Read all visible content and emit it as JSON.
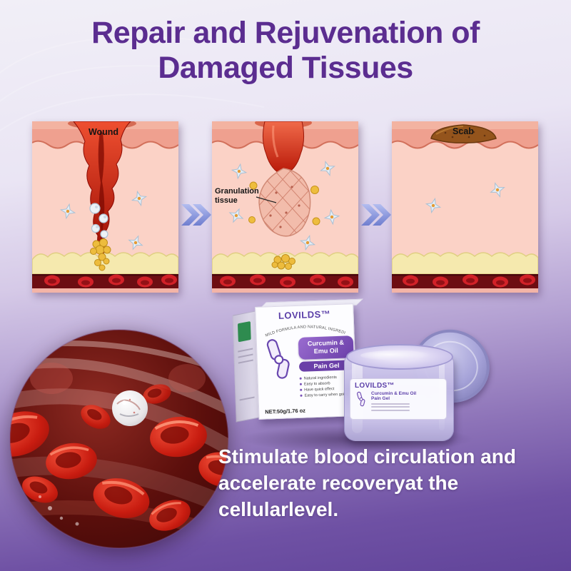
{
  "colors": {
    "title_purple": "#5b2d90",
    "brand_purple": "#5b3fa8",
    "arrow_blue": "#7f8dd8",
    "footer_text": "#ffffff",
    "background_bottom": "#61449a"
  },
  "header": {
    "title_line1": "Repair and Rejuvenation of",
    "title_line2": "Damaged Tissues"
  },
  "healing_stages": {
    "stage1_label": "Wound",
    "stage2_label_line1": "Granulation",
    "stage2_label_line2": "tissue",
    "stage3_label": "Scab"
  },
  "product_box": {
    "brand": "LOVILDS™",
    "arched_tagline": "MILD FORMULA AND NATURAL INGREDIENTS",
    "ribbon_line1": "Curcumin &",
    "ribbon_line2": "Emu Oil",
    "ribbon_line3": "Pain Gel",
    "features": [
      "Natural ingredients",
      "Easy to absorb",
      "Have quick effect",
      "Easy to carry when going out"
    ],
    "net_weight": "NET:50g/1.76 oz"
  },
  "product_jar": {
    "brand": "LOVILDS™",
    "label_line1": "Curcumin & Emu Oil",
    "label_line2": "Pain Gel"
  },
  "footer": {
    "line1": "Stimulate blood circulation and",
    "line2": "accelerate recoveryat the",
    "line3": "cellularlevel."
  }
}
